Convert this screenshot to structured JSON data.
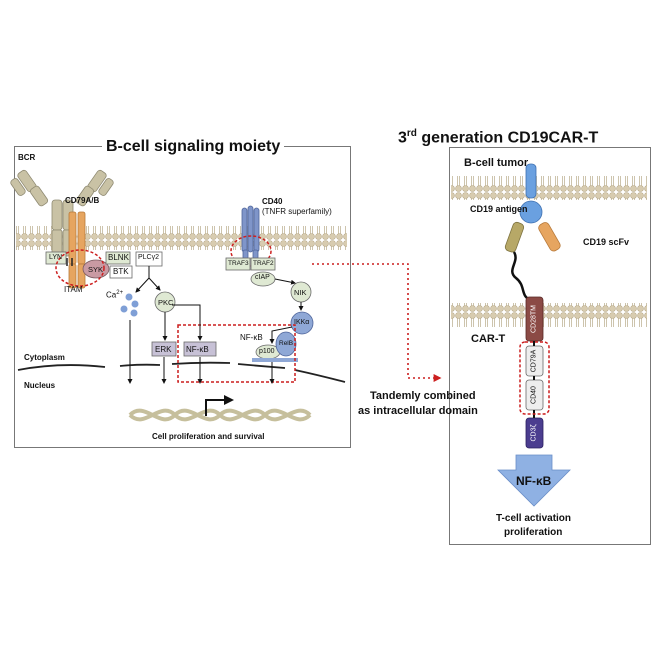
{
  "left_panel": {
    "title": "B-cell signaling moiety",
    "labels": {
      "bcr": "BCR",
      "cd79ab": "CD79A/B",
      "cd40": "CD40",
      "tnfr": "(TNFR superfamily)",
      "lyn": "LYN",
      "syk": "SYK",
      "blnk": "BLNK",
      "btk": "BTK",
      "plcy2": "PLCγ2",
      "itam": "ITAM",
      "traf3": "TRAF3",
      "traf2": "TRAF2",
      "ciap": "cIAP",
      "nik": "NIK",
      "ikka": "IKKα",
      "ca": "Ca",
      "ca_sup": "2+",
      "pkc": "PKC",
      "erk": "ERK",
      "nfkb_box": "NF-κB",
      "nfkb_label": "NF-κB",
      "p100": "p100",
      "relb": "RelB",
      "cytoplasm": "Cytoplasm",
      "nucleus": "Nucleus",
      "outcome": "Cell proliferation and survival"
    }
  },
  "middle": {
    "line1": "Tandemly combined",
    "line2": "as intracellular domain"
  },
  "right_panel": {
    "title_prefix": "3",
    "title_sup": "rd",
    "title_rest": " generation CD19CAR-T",
    "labels": {
      "tumor": "B-cell tumor",
      "antigen": "CD19 antigen",
      "scfv": "CD19 scFv",
      "cart": "CAR-T",
      "cd28tm": "CD28TM",
      "cd79a": "CD79A",
      "cd40": "CD40",
      "cd3z": "CD3ζ",
      "nfkb": "NF-κB",
      "out1": "T-cell activation",
      "out2": "proliferation"
    }
  },
  "colors": {
    "membrane_head": "#d8ccb0",
    "bcr": "#c9c2a5",
    "cd79": "#e6a560",
    "cd40": "#7f95c9",
    "syk": "#c99aa3",
    "box_green": "#dfe9d3",
    "relb": "#8fa8d6",
    "cd28": "#8b4a45",
    "cd3z": "#4b3d8f",
    "arrow_blue": "#8fb1e3",
    "antigen": "#6aa0e0",
    "red_dash": "#cc1f1f"
  }
}
